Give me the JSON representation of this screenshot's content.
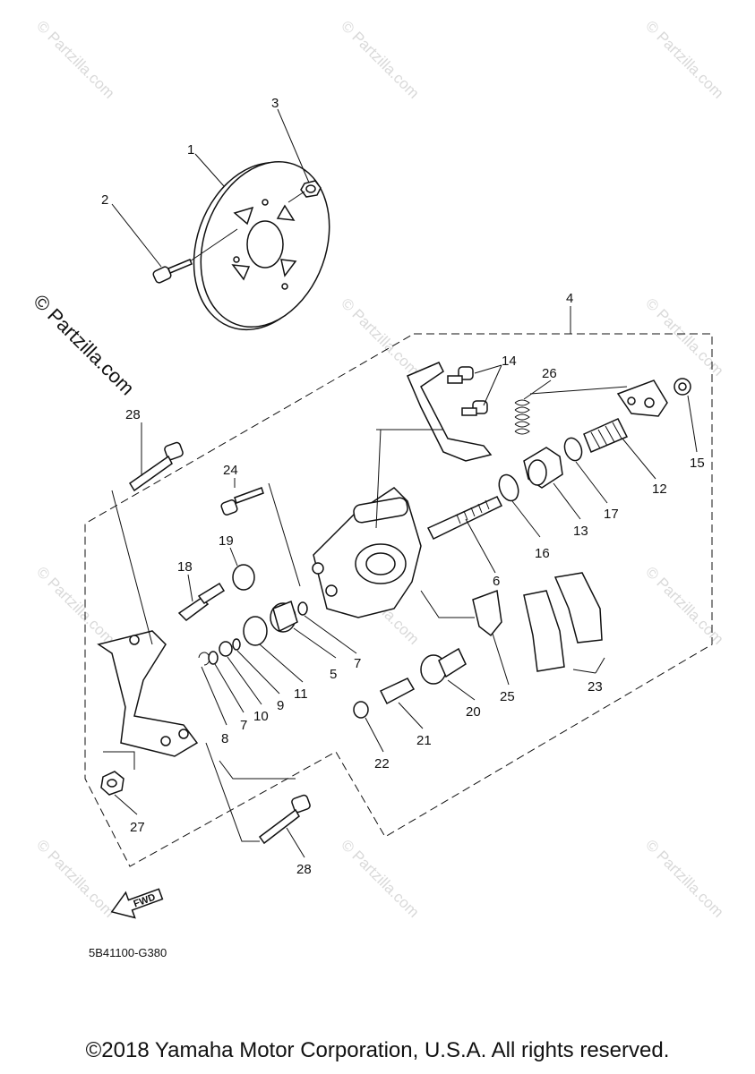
{
  "callouts": {
    "c1": "1",
    "c2": "2",
    "c3": "3",
    "c4": "4",
    "c5": "5",
    "c6": "6",
    "c7a": "7",
    "c7b": "7",
    "c8": "8",
    "c9": "9",
    "c10": "10",
    "c11": "11",
    "c12": "12",
    "c13": "13",
    "c14": "14",
    "c15": "15",
    "c16": "16",
    "c17": "17",
    "c18": "18",
    "c19": "19",
    "c20": "20",
    "c21": "21",
    "c22": "22",
    "c23": "23",
    "c24": "24",
    "c25": "25",
    "c26": "26",
    "c27": "27",
    "c28a": "28",
    "c28b": "28"
  },
  "watermark": "© Partzilla.com",
  "diagram_code": "5B41100-G380",
  "fwd_label": "FWD",
  "copyright": "©2018 Yamaha Motor Corporation, U.S.A. All rights reserved."
}
